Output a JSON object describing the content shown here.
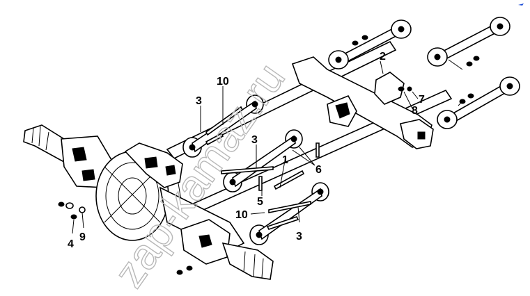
{
  "watermark": {
    "text": "zap-kamaz.ru",
    "color": "#b8b8b8"
  },
  "corner_mark": {
    "color": "#1f4fd8"
  },
  "callouts": [
    {
      "id": "c2",
      "text": "2"
    },
    {
      "id": "c10top",
      "text": "10"
    },
    {
      "id": "c3a",
      "text": "3"
    },
    {
      "id": "c7",
      "text": "7"
    },
    {
      "id": "c8",
      "text": "8"
    },
    {
      "id": "c3b",
      "text": "3"
    },
    {
      "id": "c1",
      "text": "1"
    },
    {
      "id": "c6",
      "text": "6"
    },
    {
      "id": "c5",
      "text": "5"
    },
    {
      "id": "c10bot",
      "text": "10"
    },
    {
      "id": "c3c",
      "text": "3"
    },
    {
      "id": "c4",
      "text": "4"
    },
    {
      "id": "c9",
      "text": "9"
    }
  ]
}
